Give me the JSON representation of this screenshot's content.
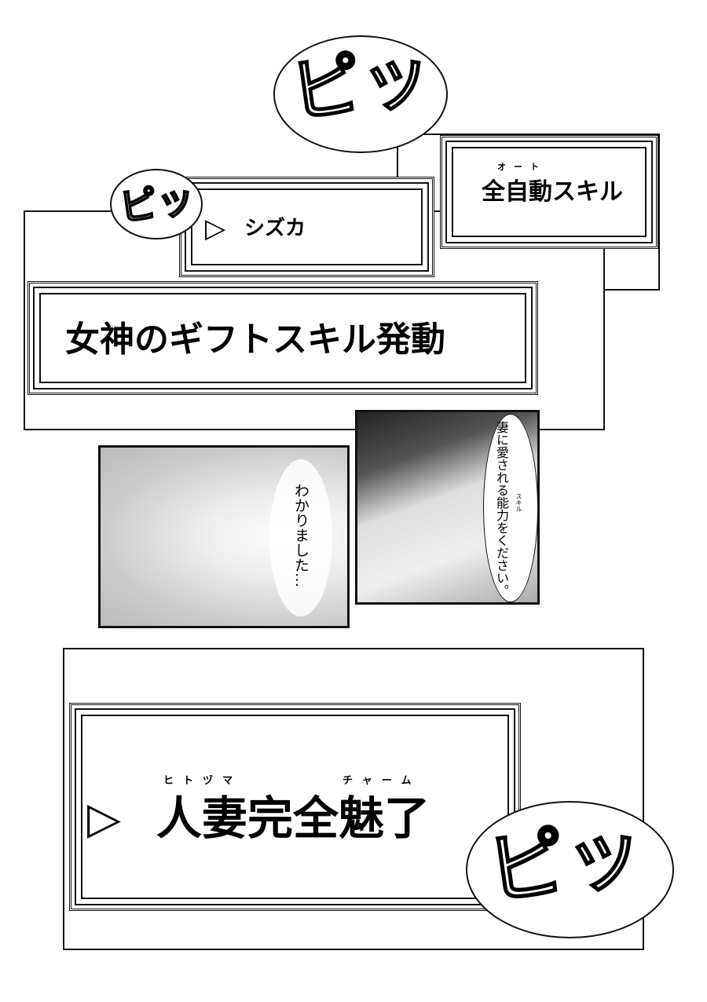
{
  "sfx": {
    "pi": "ピッ"
  },
  "windows": {
    "auto_skill": {
      "ruby": "オート",
      "title": "全自動スキル"
    },
    "shizuka": {
      "arrow": "▷",
      "name": "シズカ"
    },
    "activation": {
      "title": "女神のギフトスキル発動"
    },
    "charm": {
      "arrow": "▷",
      "title": "人妻完全魅了",
      "ruby_left": "ヒトヅマ",
      "ruby_right": "チャーム"
    }
  },
  "dialogue": {
    "boy": "妻に愛される能力をください。",
    "boy_ruby": "スキル",
    "goddess": "わかりました…"
  }
}
